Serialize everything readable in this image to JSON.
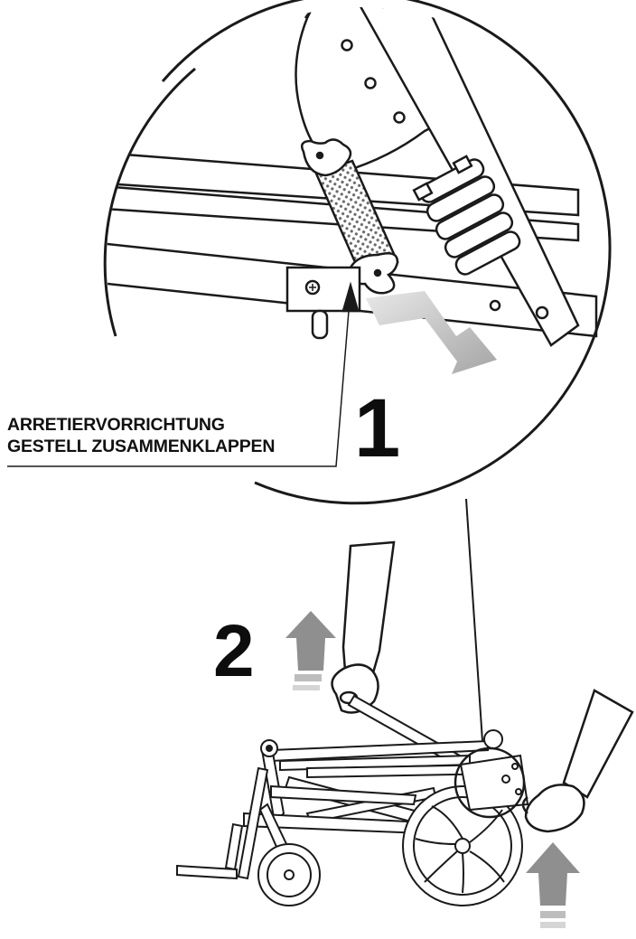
{
  "callout": {
    "line1": "ARRETIERVORRICHTUNG",
    "line2": "GESTELL ZUSAMMENKLAPPEN"
  },
  "steps": {
    "one": "1",
    "two": "2"
  },
  "colors": {
    "line": "#1a1a1a",
    "arrow": "#9a9a9a",
    "arrow_light": "#c8c8c8",
    "grip_pattern": "#6a6a6a"
  }
}
